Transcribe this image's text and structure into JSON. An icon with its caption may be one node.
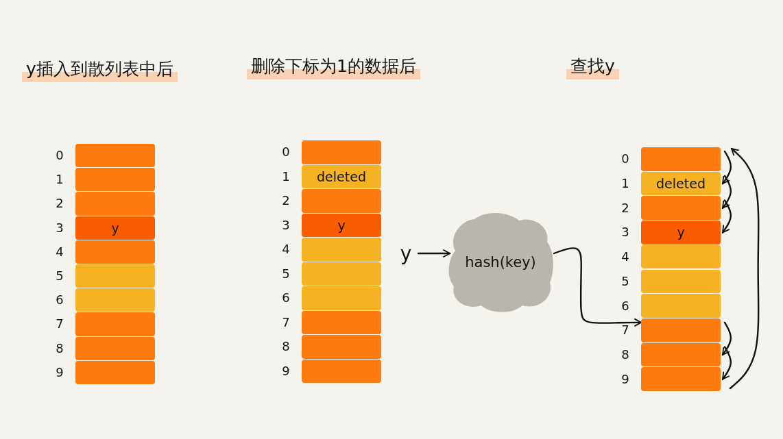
{
  "diagram": {
    "nodes": [
      {
        "text": [],
        "shape": "bar",
        "beside": [
          "0"
        ]
      },
      {
        "text": [],
        "shape": "bar",
        "beside": [
          "1"
        ]
      },
      {
        "text": [],
        "shape": "bar",
        "beside": [
          "2"
        ]
      },
      {
        "text": [
          "y"
        ],
        "beside": [
          "3"
        ]
      },
      {
        "text": [],
        "shape": "bar",
        "beside": [
          "4"
        ]
      },
      {
        "text": [],
        "shape": "bar",
        "beside": [
          "5"
        ]
      },
      {
        "text": [],
        "shape": "bar",
        "beside": [
          "6"
        ]
      },
      {
        "text": [],
        "shape": "bar",
        "beside": [
          "7"
        ]
      },
      {
        "text": [],
        "shape": "bar",
        "beside": [
          "8"
        ]
      },
      {
        "text": [],
        "shape": "bar",
        "beside": [
          "9"
        ]
      },
      {
        "text": [],
        "shape": "bar",
        "beside": [
          "0"
        ]
      },
      {
        "text": [
          "deleted"
        ],
        "beside": [
          "1"
        ]
      },
      {
        "text": [],
        "shape": "bar",
        "beside": [
          "2"
        ]
      },
      {
        "text": [
          "y"
        ],
        "beside": [
          "3"
        ]
      },
      {
        "text": [],
        "shape": "bar",
        "beside": [
          "4"
        ]
      },
      {
        "text": [],
        "shape": "bar",
        "beside": [
          "5"
        ]
      },
      {
        "text": [],
        "shape": "bar",
        "beside": [
          "6"
        ]
      },
      {
        "text": [],
        "shape": "bar",
        "beside": [
          "7"
        ]
      },
      {
        "text": [],
        "shape": "bar",
        "beside": [
          "8"
        ]
      },
      {
        "text": [],
        "shape": "bar",
        "beside": [
          "9"
        ]
      },
      {
        "text": [
          "y"
        ]
      },
      {
        "text": [
          "hash(key)"
        ]
      },
      {
        "text": [],
        "shape": "bar",
        "beside": [
          "0"
        ]
      },
      {
        "text": [
          "deleted"
        ],
        "beside": [
          "1"
        ]
      },
      {
        "text": [],
        "shape": "bar",
        "beside": [
          "2"
        ]
      },
      {
        "text": [
          "y"
        ],
        "beside": [
          "3"
        ]
      },
      {
        "text": [],
        "shape": "bar",
        "beside": [
          "4"
        ]
      },
      {
        "text": [],
        "shape": "bar",
        "beside": [
          "5"
        ]
      },
      {
        "text": [],
        "shape": "bar",
        "beside": [
          "6"
        ]
      },
      {
        "text": [],
        "shape": "bar",
        "beside": [
          "7"
        ]
      },
      {
        "text": [],
        "shape": "bar",
        "beside": [
          "8"
        ]
      },
      {
        "text": [],
        "shape": "bar",
        "beside": [
          "9"
        ]
      }
    ],
    "edges": [
      {
        "from": 20,
        "to": 21,
        "arrow": "to"
      },
      {
        "from": 21,
        "to": 29,
        "arrow": "to"
      },
      {
        "from": 29,
        "to": 30,
        "arrow": "to"
      },
      {
        "from": 30,
        "to": 31,
        "arrow": "to"
      },
      {
        "from": 31,
        "to": 22,
        "arrow": "to"
      },
      {
        "from": 22,
        "to": 23,
        "arrow": "to"
      },
      {
        "from": 23,
        "to": 24,
        "arrow": "to"
      },
      {
        "from": 24,
        "to": 25,
        "arrow": "to"
      }
    ],
    "labels": [
      "y插入到散列表中后",
      "删除下标为1的数据后",
      "查找y"
    ]
  }
}
